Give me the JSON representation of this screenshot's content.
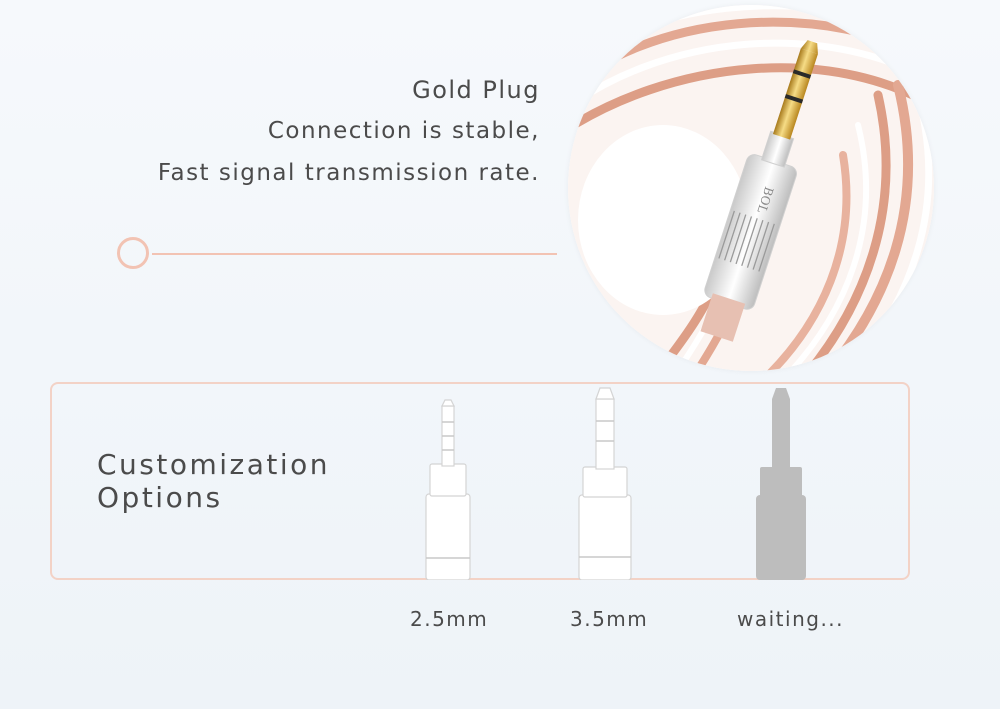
{
  "headline": {
    "line1": "Gold Plug",
    "line2": "Connection is stable,",
    "line3": "Fast signal transmission rate."
  },
  "photo": {
    "brand_mark": "BOL"
  },
  "customization": {
    "title_line1": "Customization",
    "title_line2": "Options",
    "options": [
      {
        "label": "2.5mm"
      },
      {
        "label": "3.5mm"
      },
      {
        "label": "waiting..."
      }
    ]
  },
  "colors": {
    "accent": "#f2c3b3",
    "frame": "#f3d2c6",
    "copper": "#d99b85",
    "gold": "#d9aa3a",
    "placeholder": "#bdbdbd"
  }
}
